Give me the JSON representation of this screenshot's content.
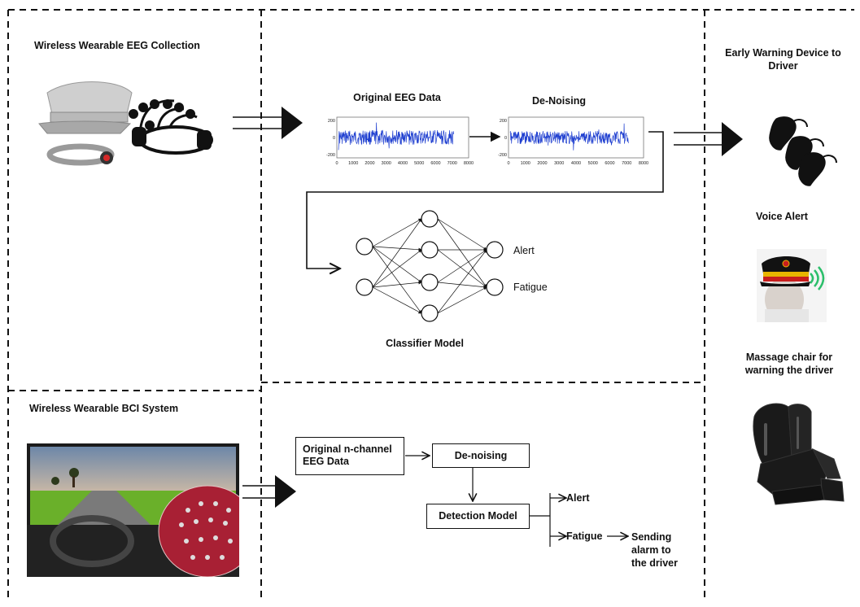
{
  "panels": {
    "collection_title": "Wireless Wearable EEG Collection",
    "bci_title": "Wireless Wearable BCI System",
    "warning_title": "Early Warning Device to Driver"
  },
  "processing": {
    "original_eeg_title": "Original EEG Data",
    "denoising_title": "De-Noising",
    "classifier_title": "Classifier Model",
    "output_labels": [
      "Alert",
      "Fatigue"
    ],
    "plot_ticks_x": [
      "0",
      "1000",
      "2000",
      "3000",
      "4000",
      "5000",
      "6000",
      "7000",
      "8000"
    ],
    "plot_ticks_y": [
      "200",
      "0",
      "-200"
    ]
  },
  "bci_flow": {
    "input_box": "Original n-channel EEG Data",
    "denoise_box": "De-noising",
    "detection_box": "Detection Model",
    "alert": "Alert",
    "fatigue": "Fatigue",
    "sending": "Sending alarm to the driver"
  },
  "devices": {
    "voice_alert": "Voice Alert",
    "massage_chair": "Massage chair for warning the driver"
  },
  "colors": {
    "signal": "#1f3fd0",
    "line": "#111111",
    "sound_waves": "#2bbf6a",
    "cap_band": "#e8b400",
    "cap_red": "#c81e1e"
  }
}
